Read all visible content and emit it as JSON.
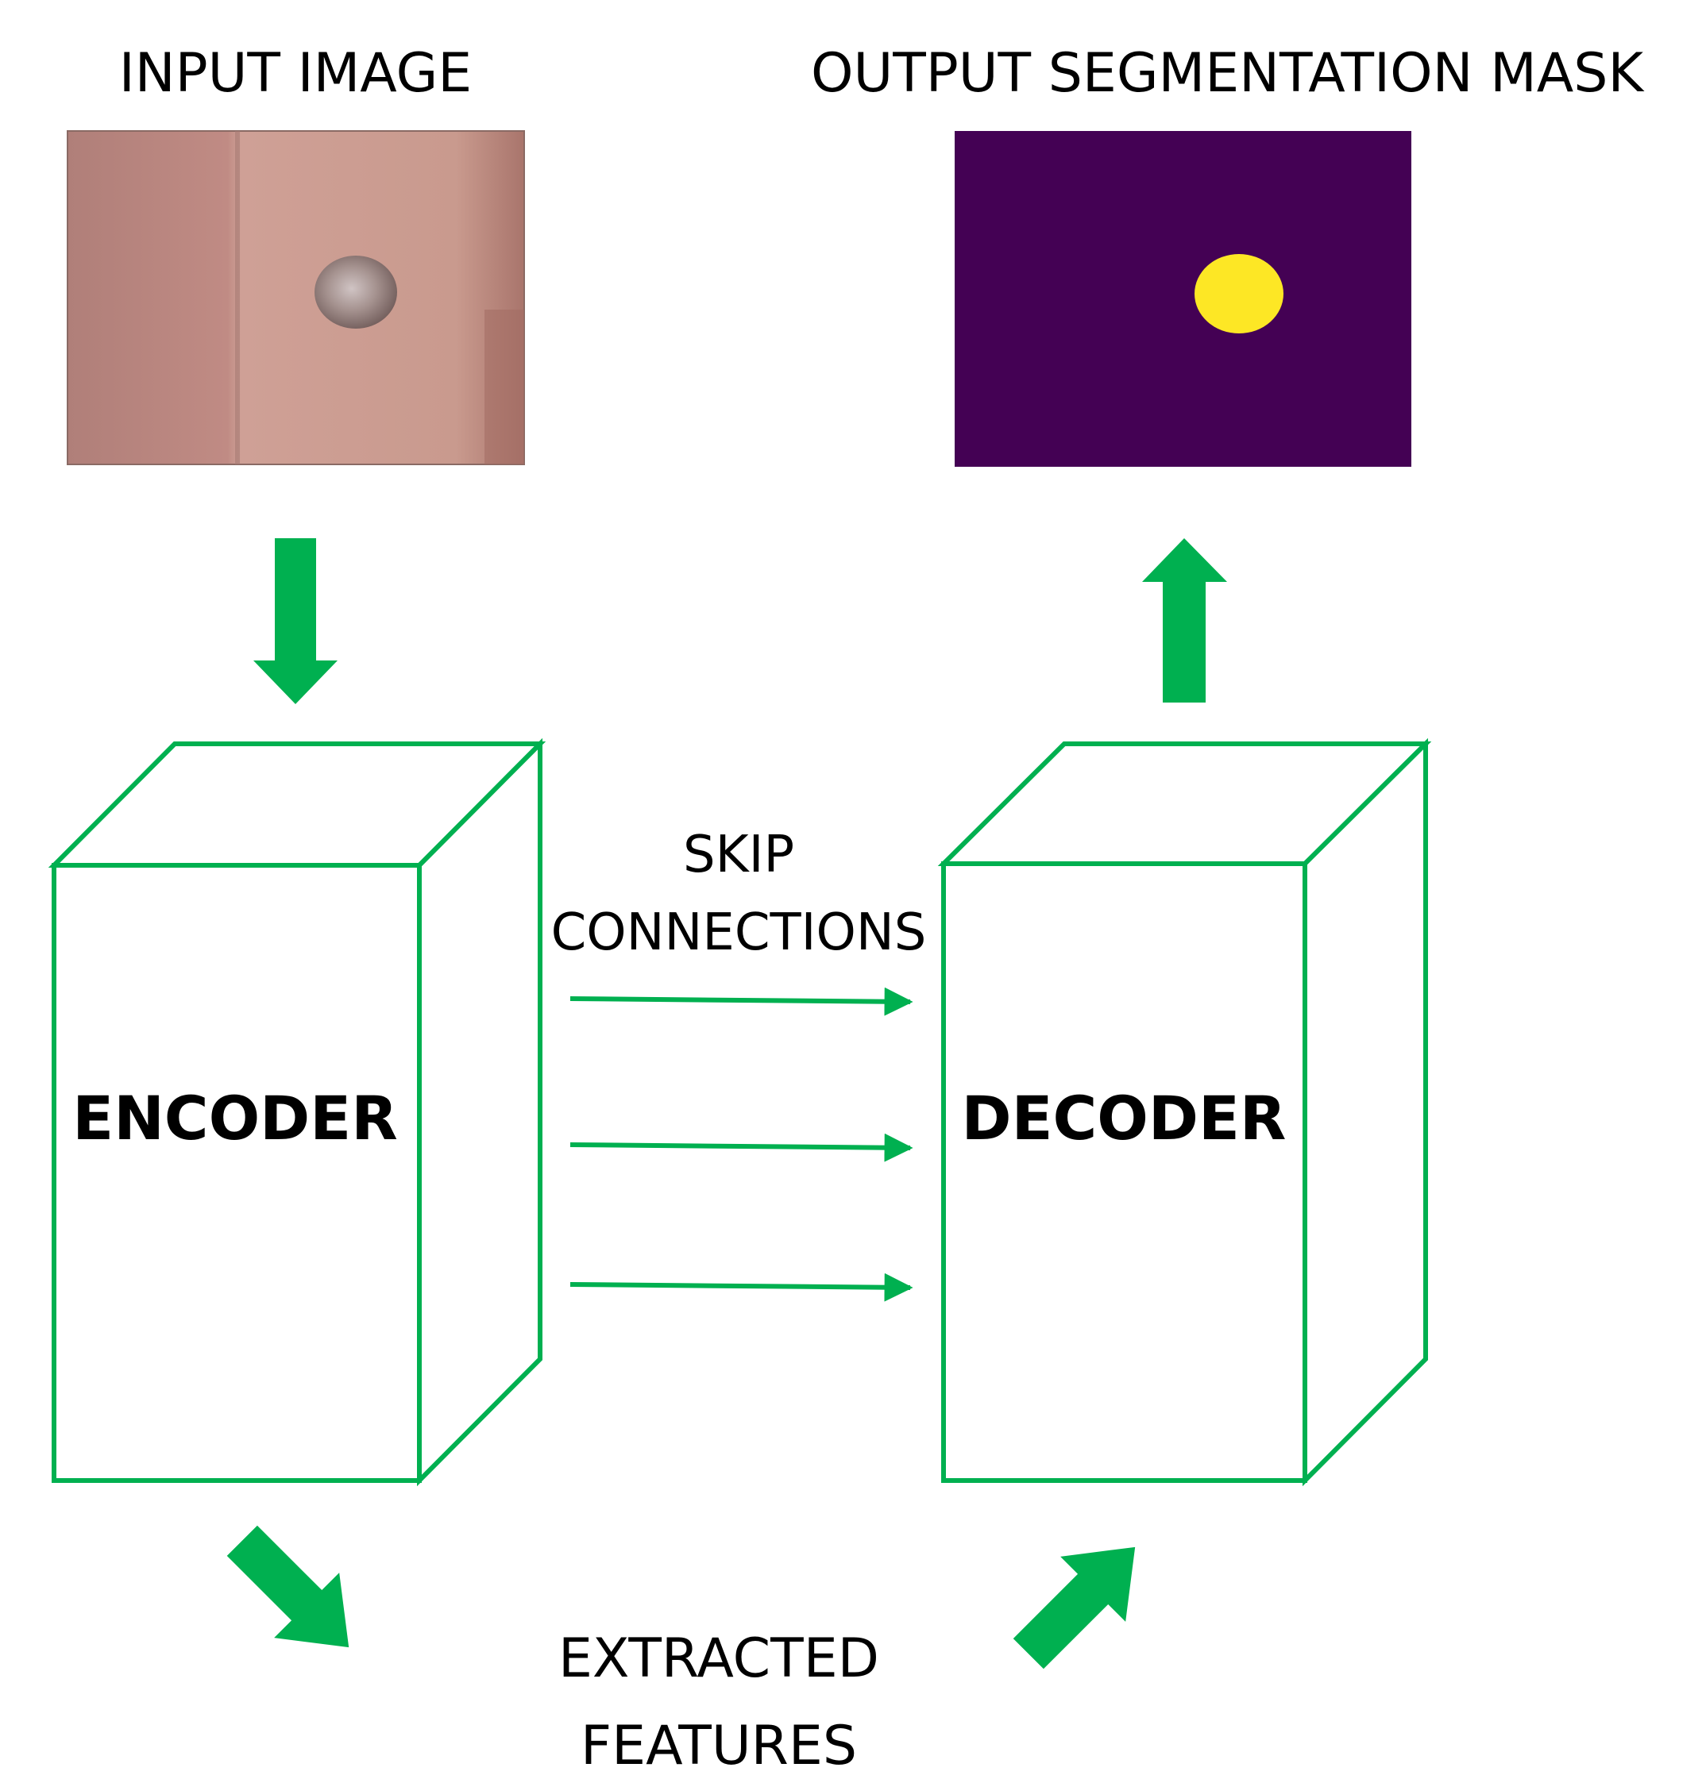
{
  "labels": {
    "input_image": "INPUT IMAGE",
    "output_mask": "OUTPUT SEGMENTATION MASK",
    "encoder": "ENCODER",
    "decoder": "DECODER",
    "skip_line1": "SKIP",
    "skip_line2": "CONNECTIONS",
    "features_line1": "EXTRACTED",
    "features_line2": "FEATURES"
  },
  "colors": {
    "accent_green": "#00B050",
    "mask_background": "#440154",
    "mask_region": "#FDE725",
    "skin_tone": "#C99286"
  },
  "skip_connection_count": 3
}
